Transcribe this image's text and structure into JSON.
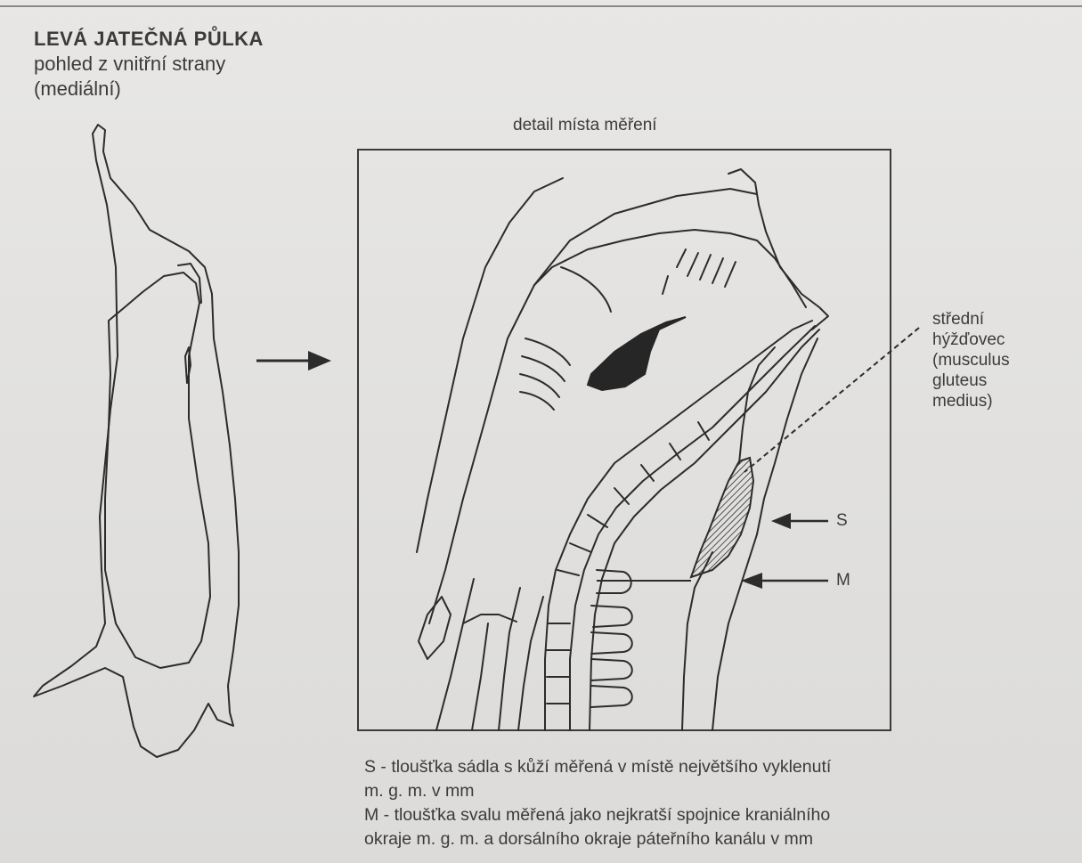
{
  "title": "LEVÁ JATEČNÁ PŮLKA",
  "subtitle_line1": "pohled z vnitřní strany",
  "subtitle_line2": "(mediální)",
  "detail_title": "detail místa měření",
  "muscle_label": {
    "line1": "střední",
    "line2": "hýžďovec",
    "line3": "(musculus",
    "line4": "gluteus",
    "line5": "medius)"
  },
  "marker_s": "S",
  "marker_m": "M",
  "legend": {
    "s_line1": "S - tloušťka sádla s kůží měřená v místě největšího vyklenutí",
    "s_line2": "m. g. m. v mm",
    "m_line1": "M - tloušťka svalu měřená jako nejkratší spojnice kraniálního",
    "m_line2": "okraje m. g. m. a dorsálního okraje páteřního kanálu v mm"
  },
  "colors": {
    "ink": "#2c2c2c",
    "paper": "#e4e3e1"
  }
}
